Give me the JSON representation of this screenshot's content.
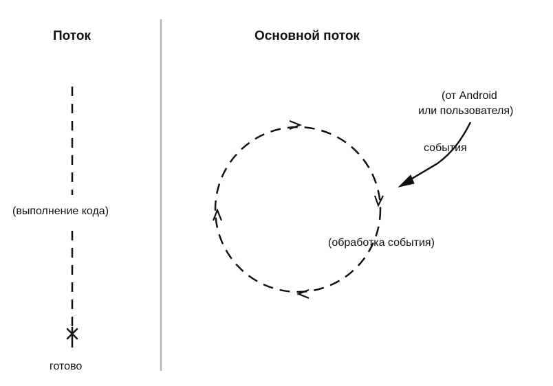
{
  "left_panel": {
    "title": "Поток",
    "execution_label": "(выполнение кода)",
    "done_label": "готово"
  },
  "right_panel": {
    "title": "Основной поток",
    "source_line1": "(от Android",
    "source_line2": "или пользователя)",
    "events_label": "события",
    "processing_label": "(обработка события)"
  },
  "colors": {
    "ink": "#111111",
    "divider": "#b3b3b3",
    "background": "#ffffff"
  }
}
